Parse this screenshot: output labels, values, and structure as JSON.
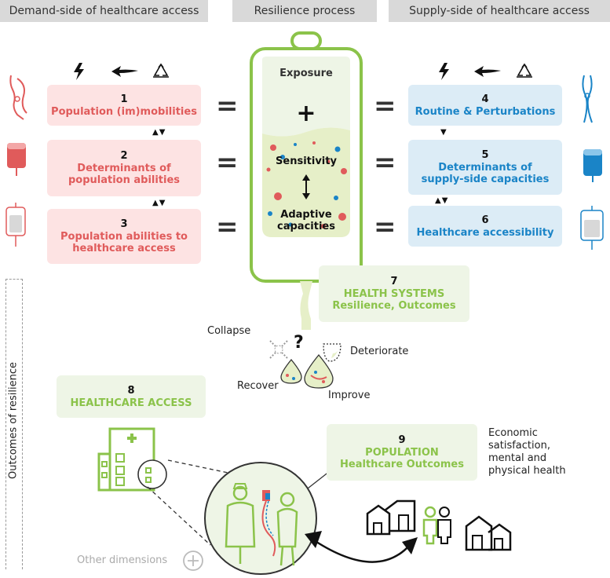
{
  "headers": {
    "demand": "Demand-side of healthcare access",
    "resilience": "Resilience process",
    "supply": "Supply-side of healthcare access"
  },
  "demand_boxes": [
    {
      "num": "1",
      "title": "Population (im)mobilities"
    },
    {
      "num": "2",
      "title": "Determinants of population abilities"
    },
    {
      "num": "3",
      "title": "Population abilities to healthcare access"
    }
  ],
  "supply_boxes": [
    {
      "num": "4",
      "title": "Routine & Perturbations"
    },
    {
      "num": "5",
      "title": "Determinants of supply-side capacities"
    },
    {
      "num": "6",
      "title": "Healthcare accessibility"
    }
  ],
  "bag": {
    "exposure": "Exposure",
    "plus": "+",
    "sensitivity": "Sensitivity",
    "adaptive": "Adaptive capacities"
  },
  "health_systems": {
    "num": "7",
    "line1": "HEALTH SYSTEMS",
    "line2": "Resilience, Outcomes"
  },
  "healthcare_access": {
    "num": "8",
    "title": "HEALTHCARE ACCESS"
  },
  "population": {
    "num": "9",
    "line1": "POPULATION",
    "line2": "Healthcare Outcomes"
  },
  "outcomes": {
    "question": "?",
    "collapse": "Collapse",
    "deteriorate": "Deteriorate",
    "recover": "Recover",
    "improve": "Improve"
  },
  "side_label": "Outcomes of resilience",
  "economic_note": "Economic satisfaction, mental and physical health",
  "other_dimensions": "Other dimensions",
  "colors": {
    "pink": "#e05b5b",
    "pink_bg": "#fde3e3",
    "blue": "#1a84c7",
    "blue_bg": "#dcecf6",
    "green": "#8bc34a",
    "green_bg": "#eef5e6",
    "header_bg": "#d9d9d9"
  },
  "icons": [
    "lightning-icon",
    "arrow-left-icon",
    "recycle-icon",
    "iv-bag-icon",
    "hospital-icon",
    "doctor-patient-icon",
    "houses-icon",
    "family-icon"
  ]
}
